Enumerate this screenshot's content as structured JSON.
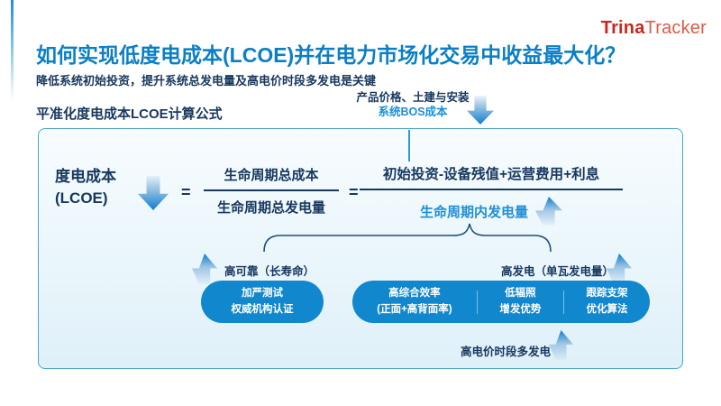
{
  "logo": {
    "part1": "Trina",
    "part2": "Tracker"
  },
  "header": {
    "title": "如何实现低度电成本(LCOE)并在电力市场化交易中收益最大化？",
    "subtitle": "降低系统初始投资，提升系统总发电量及高电价时段多发电是关键"
  },
  "section_label": "平准化度电成本LCOE计算公式",
  "bos_note": {
    "line1": "产品价格、土建与安装",
    "line2": "系统BOS成本"
  },
  "formula": {
    "lcoe_line1": "度电成本",
    "lcoe_line2": "(LCOE)",
    "equals": "=",
    "fraction1": {
      "numerator": "生命周期总成本",
      "denominator": "生命周期总发电量"
    },
    "fraction2": {
      "numerator": "初始投资-设备残值+运营费用+利息",
      "denominator": "生命周期内发电量"
    }
  },
  "factors": {
    "left_label": "高可靠（长寿命）",
    "right_label": "高发电（单瓦发电量）",
    "left_pill": {
      "line1": "加严测试",
      "line2": "权威机构认证"
    },
    "right_pill": [
      {
        "line1": "高综合效率",
        "line2": "(正面+高背面率)"
      },
      {
        "line1": "低辐照",
        "line2": "增发优势"
      },
      {
        "line1": "跟踪支架",
        "line2": "优化算法"
      }
    ],
    "bottom_label": "高电价时段多发电"
  },
  "colors": {
    "title_blue": "#0A7FC6",
    "navy_text": "#17375E",
    "bright_blue": "#1E8FD5",
    "pill_blue": "#1187CE",
    "box_border": "#4BA6C9",
    "arrow_blue": "#0F7DD0",
    "trina_red": "#C8281E",
    "tracker_red": "#E05A45"
  }
}
